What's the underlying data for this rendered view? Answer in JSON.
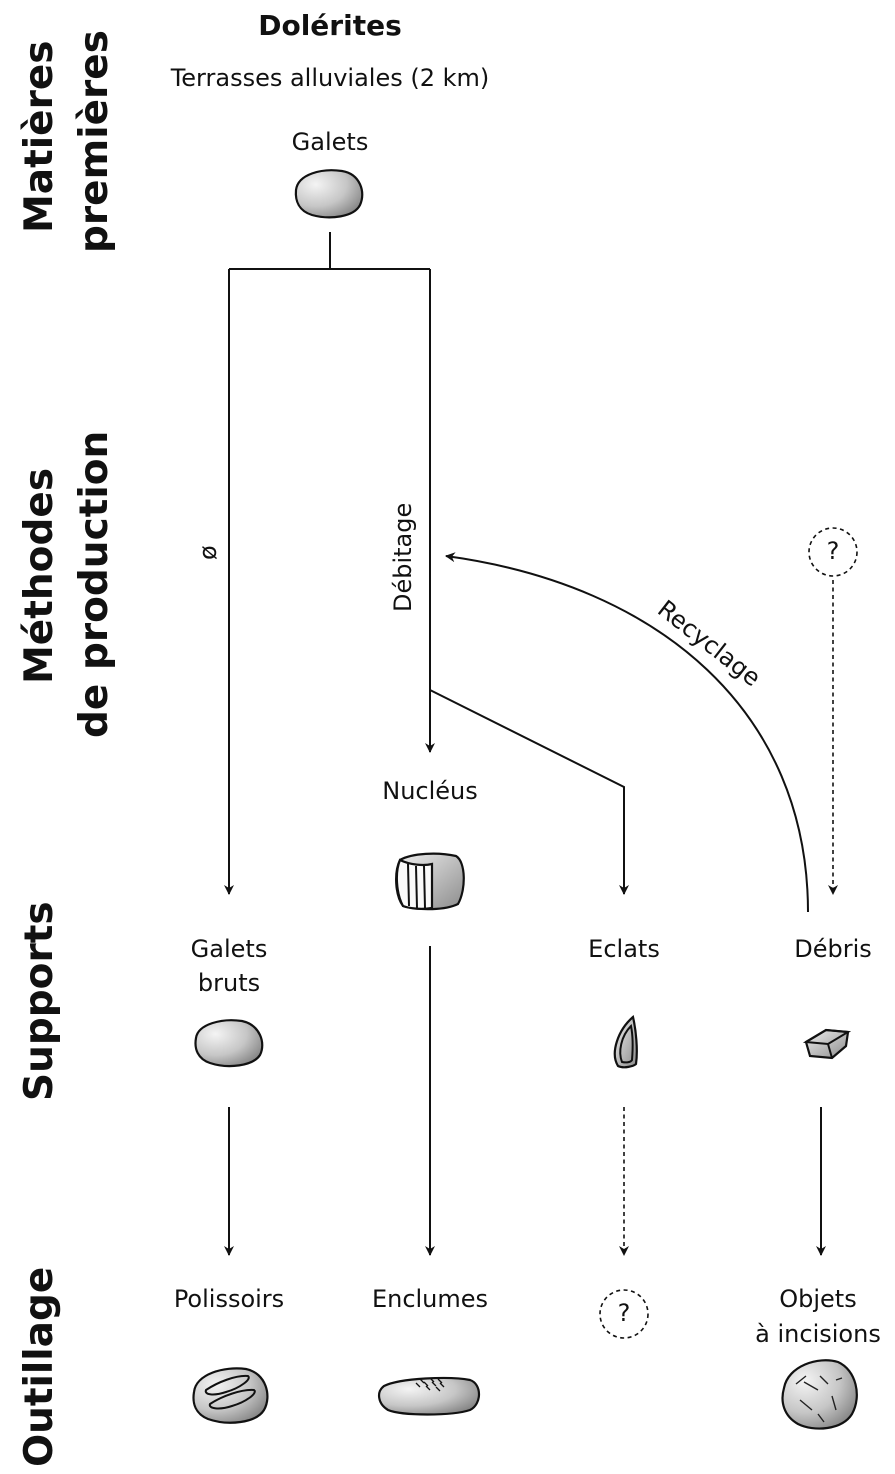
{
  "side_labels": {
    "raw_materials_line1": "Matières",
    "raw_materials_line2": "premières",
    "production_line1": "Méthodes",
    "production_line2": "de production",
    "supports": "Supports",
    "tools": "Outillage"
  },
  "header": {
    "title": "Dolérites",
    "subtitle": "Terrasses alluviales (2 km)",
    "source": "Galets"
  },
  "methods": {
    "none_symbol": "ø",
    "knapping": "Débitage",
    "recycling": "Recyclage"
  },
  "nucleus": "Nucléus",
  "supports": {
    "raw_pebbles_line1": "Galets",
    "raw_pebbles_line2": "bruts",
    "flakes": "Eclats",
    "debris": "Débris"
  },
  "tools": {
    "polishers": "Polissoirs",
    "anvils": "Enclumes",
    "incised_line1": "Objets",
    "incised_line2": "à incisions"
  },
  "unknown_marker": "?",
  "colors": {
    "stroke": "#111111",
    "stone_light": "#f2f2f2",
    "stone_dark": "#8a8a8a"
  }
}
